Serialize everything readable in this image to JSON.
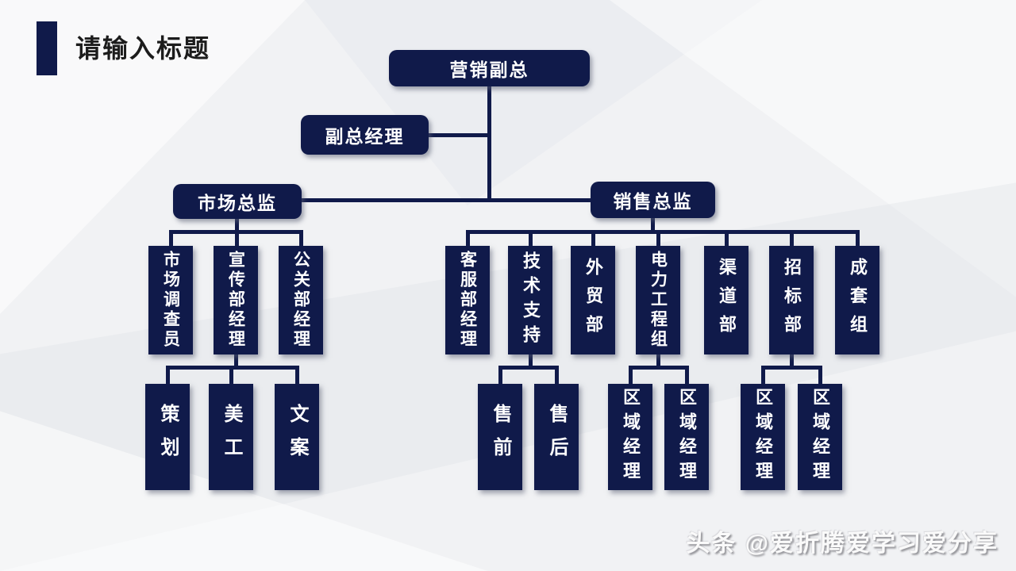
{
  "slide": {
    "title": "请输入标题",
    "watermark": "头条 @爱折腾爱学习爱分享"
  },
  "colors": {
    "node_fill": "#101a4a",
    "node_text": "#ffffff",
    "title_text": "#1c1c1c",
    "background": "#f1f2f4"
  },
  "org": {
    "root": {
      "label": "营销副总"
    },
    "deputy": {
      "label": "副总经理"
    },
    "market_director": {
      "label": "市场总监"
    },
    "sales_director": {
      "label": "销售总监"
    },
    "market_children": [
      {
        "label": "市场调查员"
      },
      {
        "label": "宣传部经理"
      },
      {
        "label": "公关部经理"
      }
    ],
    "promo_children": [
      {
        "label": "策划"
      },
      {
        "label": "美工"
      },
      {
        "label": "文案"
      }
    ],
    "sales_children": [
      {
        "label": "客服部经理"
      },
      {
        "label": "技术支持"
      },
      {
        "label": "外贸部"
      },
      {
        "label": "电力工程组"
      },
      {
        "label": "渠道部"
      },
      {
        "label": "招标部"
      },
      {
        "label": "成套组"
      }
    ],
    "tech_children": [
      {
        "label": "售前"
      },
      {
        "label": "售后"
      }
    ],
    "power_children": [
      {
        "label": "区域经理"
      },
      {
        "label": "区域经理"
      }
    ],
    "bid_children": [
      {
        "label": "区域经理"
      },
      {
        "label": "区域经理"
      }
    ]
  }
}
